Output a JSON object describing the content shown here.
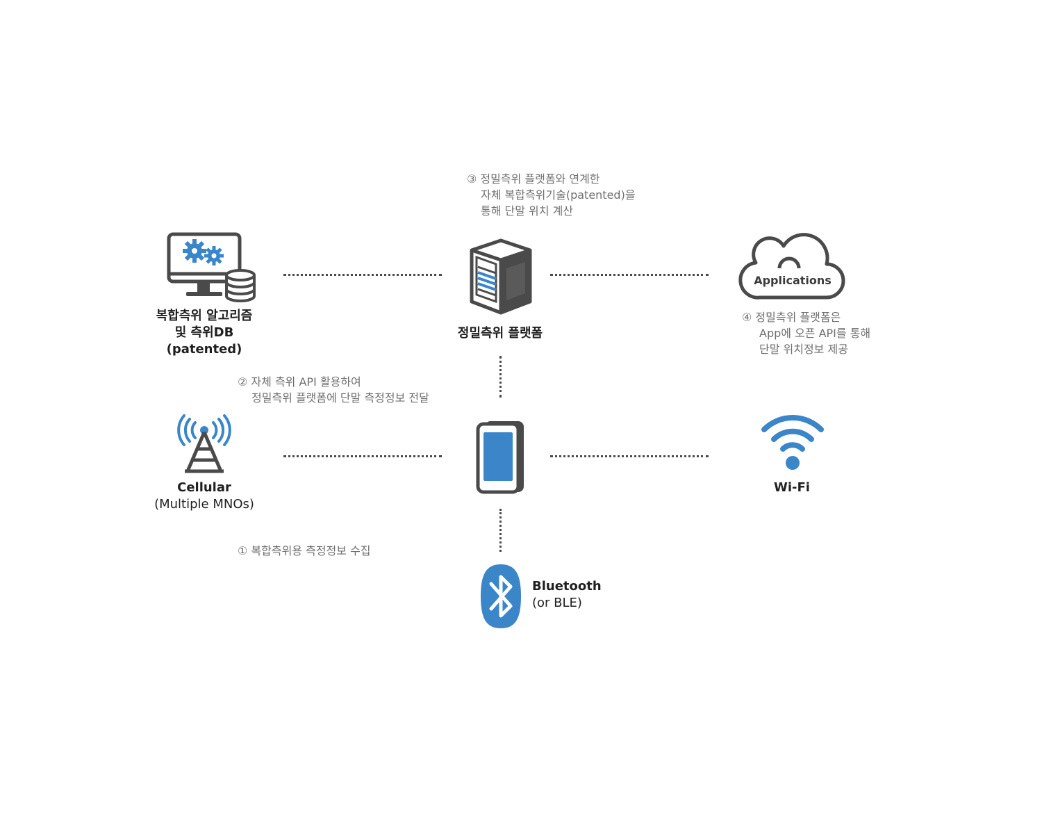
{
  "colors": {
    "accent_blue": "#3a86c8",
    "icon_dark": "#4a4a4a",
    "note_gray": "#6e6e6e",
    "label_dark": "#1f1f1f"
  },
  "nodes": {
    "algorithm_db": {
      "icon": "monitor-gears-database-icon",
      "lines": [
        "복합측위 알고리즘",
        "및 측위DB",
        "(patented)"
      ]
    },
    "platform": {
      "icon": "server-icon",
      "lines": [
        "정밀측위 플랫폼"
      ]
    },
    "applications": {
      "icon": "cloud-icon",
      "cloud_text": "Applications"
    },
    "cellular": {
      "icon": "cell-tower-icon",
      "lines": [
        "Cellular",
        "(Multiple MNOs)"
      ]
    },
    "device": {
      "icon": "smartphone-icon"
    },
    "wifi": {
      "icon": "wifi-icon",
      "lines": [
        "Wi-Fi"
      ]
    },
    "bluetooth": {
      "icon": "bluetooth-icon",
      "lines": [
        "Bluetooth",
        "(or BLE)"
      ]
    }
  },
  "notes": {
    "step1": [
      "① 복합측위용 측정정보 수집"
    ],
    "step2": [
      "② 자체 측위 API 활용하여",
      "정밀측위 플랫폼에 단말 측정정보 전달"
    ],
    "step3": [
      "③ 정밀측위 플랫폼와 연계한",
      "자체 복합측위기술(patented)을",
      "통해 단말 위치 계산"
    ],
    "step4": [
      "④ 정밀측위 플랫폼은",
      "App에 오픈 API를 통해",
      "단말 위치정보 제공"
    ]
  }
}
